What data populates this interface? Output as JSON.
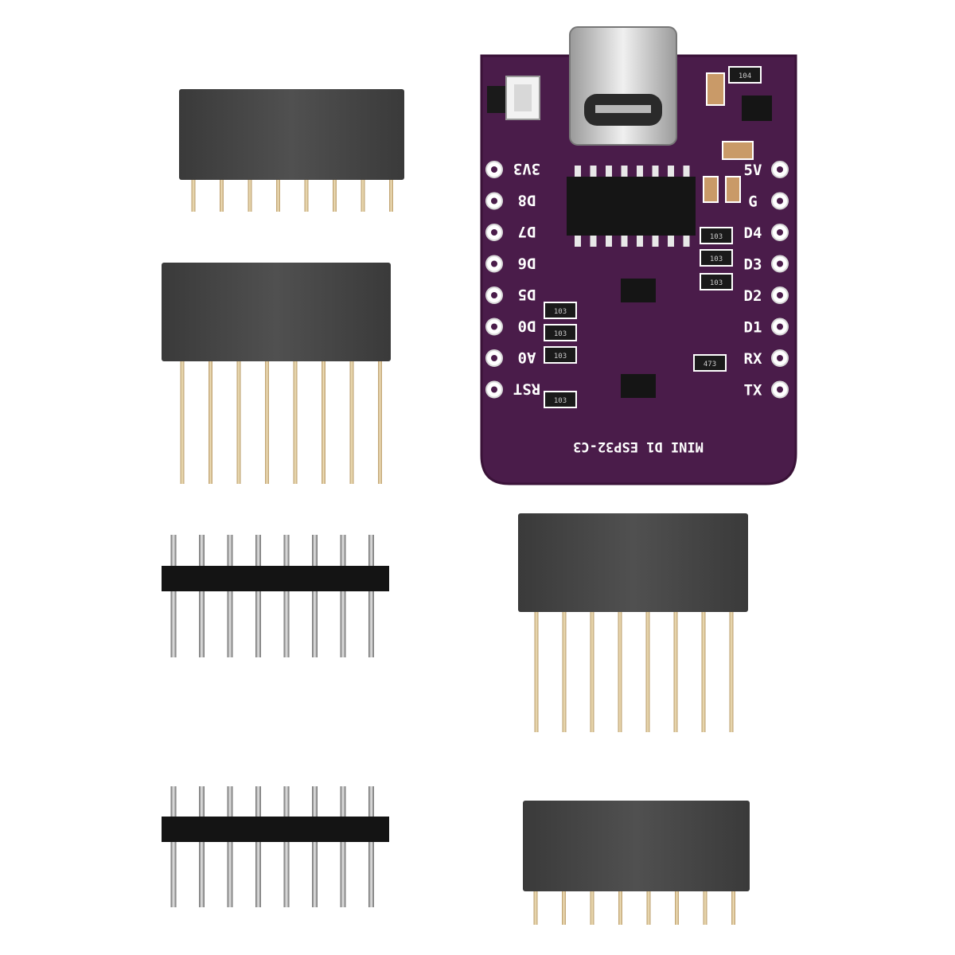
{
  "board": {
    "title": "MINI D1 ESP32-C3",
    "left_pins": [
      "3V3",
      "D8",
      "D7",
      "D6",
      "D5",
      "D0",
      "A0",
      "RST"
    ],
    "right_pins": [
      "5V",
      "G",
      "D4",
      "D3",
      "D2",
      "D1",
      "RX",
      "TX"
    ]
  },
  "components": {
    "resistor_codes": [
      "103",
      "103",
      "103",
      "103",
      "103",
      "103",
      "103",
      "473",
      "104"
    ]
  },
  "colors": {
    "pcb": "#4a1c4a",
    "pcb_edge": "#3a1238",
    "silkscreen": "#ffffff",
    "header_plastic": "#454545",
    "pin_gold": "#d8c39a",
    "usb_metal": "#c8c8c8"
  },
  "parts": {
    "female_headers_short": 2,
    "female_headers_long": 2,
    "male_headers": 2,
    "pins_per_header": 8
  }
}
